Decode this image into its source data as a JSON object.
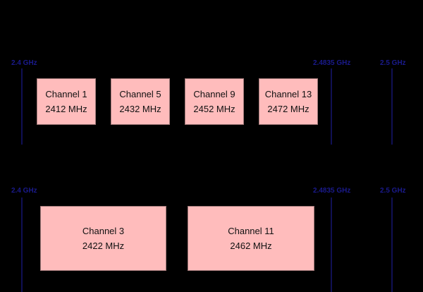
{
  "colors": {
    "background": "#000000",
    "axis_line": "#1a1a8c",
    "channel_fill": "#ffbcbc",
    "channel_text": "#111111"
  },
  "rows": [
    {
      "freq_labels": [
        "2.4 GHz",
        "2.4835 GHz",
        "2.5 GHz"
      ],
      "channels": [
        {
          "name": "Channel 1",
          "freq": "2412 MHz"
        },
        {
          "name": "Channel 5",
          "freq": "2432 MHz"
        },
        {
          "name": "Channel 9",
          "freq": "2452 MHz"
        },
        {
          "name": "Channel 13",
          "freq": "2472 MHz"
        }
      ]
    },
    {
      "freq_labels": [
        "2.4 GHz",
        "2.4835 GHz",
        "2.5 GHz"
      ],
      "channels": [
        {
          "name": "Channel 3",
          "freq": "2422 MHz"
        },
        {
          "name": "Channel 11",
          "freq": "2462 MHz"
        }
      ]
    }
  ]
}
